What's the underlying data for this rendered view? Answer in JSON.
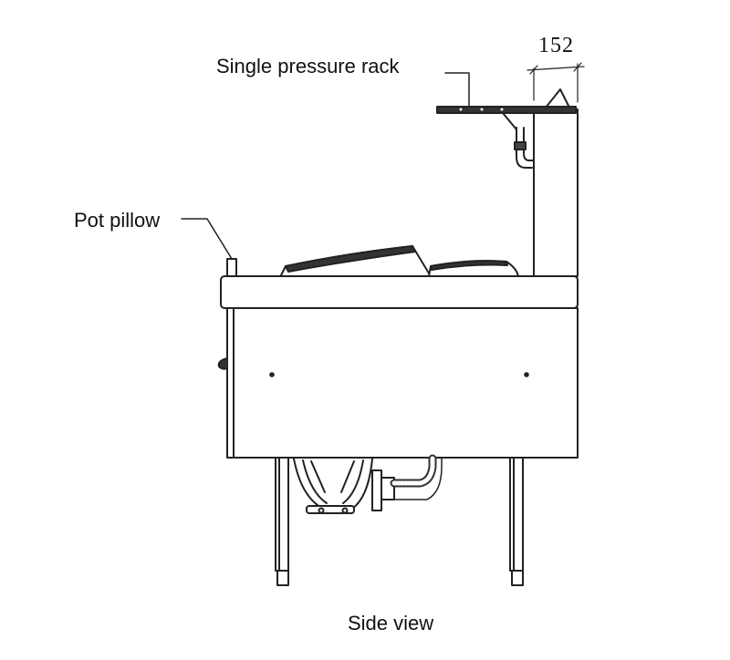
{
  "labels": {
    "pressure_rack": "Single pressure rack",
    "pot_pillow": "Pot pillow",
    "dimension": "152",
    "caption": "Side view"
  },
  "colors": {
    "line": "#222222",
    "background": "#ffffff"
  }
}
